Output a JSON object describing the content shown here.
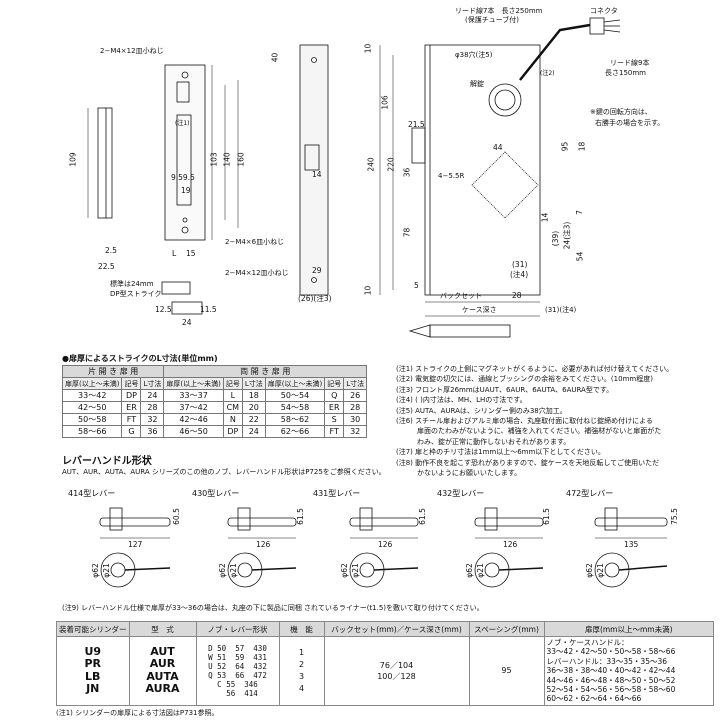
{
  "drawing": {
    "front_labels": {
      "screw_top": "2−M4×12皿小ねじ",
      "screw_mid": "2−M4×6皿小ねじ",
      "screw_bot": "2−M4×12皿小ねじ",
      "note1": "(注1)",
      "strike_std": "標準は24mm",
      "strike_dp": "DP型ストライク"
    },
    "front_dims": {
      "d40": "40",
      "d109": "109",
      "d103": "103",
      "d140": "140",
      "d160": "160",
      "d595": "9.59.5",
      "d19": "19",
      "d14": "14",
      "d25": "2.5",
      "d225": "22.5",
      "dL": "L",
      "d15": "15",
      "d29": "29",
      "d26": "(26)(注3)",
      "d125": "12.5",
      "d24": "24",
      "d115": "11.5"
    },
    "side_labels": {
      "lead7": "リード線7本　長さ250mm",
      "tube": "(保護チューブ付)",
      "connector": "コネクタ",
      "lead9": "リード線9本",
      "lead9len": "長さ150mm",
      "hole": "φ38穴(注5)",
      "note2": "(注2)",
      "unlock": "解錠",
      "keynote1": "※鍵の回転方向は、",
      "keynote2": "右勝手の場合を示す。",
      "r55": "4−5.5R",
      "backset": "バックセット",
      "casedepth": "ケース深さ",
      "note4": "(31)(注4)"
    },
    "side_dims": {
      "d10a": "10",
      "d106": "106",
      "d220": "220",
      "d240": "240",
      "d215": "21.5",
      "d36": "36",
      "d78": "78",
      "d10b": "10",
      "d44": "44",
      "d95": "95",
      "d18": "18",
      "d7": "7",
      "d14b": "14",
      "d39": "(39)",
      "d24b": "24(注3)",
      "d54": "54",
      "d31": "(31)",
      "dn4": "(注4)",
      "d5": "5",
      "d28": "28"
    }
  },
  "strike_table": {
    "title": "●扉厚によるストライクのL寸法(単位mm)",
    "left_group": "片 開 き 扉 用",
    "right_group": "両 開 き 扉 用",
    "headers": [
      "扉厚(以上〜未満)",
      "記号",
      "L寸法"
    ],
    "left_rows": [
      [
        "33〜42",
        "DP",
        "24"
      ],
      [
        "42〜50",
        "ER",
        "28"
      ],
      [
        "50〜58",
        "FT",
        "32"
      ],
      [
        "58〜66",
        "G",
        "36"
      ]
    ],
    "right_a": [
      [
        "33〜37",
        "L",
        "18"
      ],
      [
        "37〜42",
        "CM",
        "20"
      ],
      [
        "42〜46",
        "N",
        "22"
      ],
      [
        "46〜50",
        "DP",
        "24"
      ]
    ],
    "right_b": [
      [
        "50〜54",
        "Q",
        "26"
      ],
      [
        "54〜58",
        "ER",
        "28"
      ],
      [
        "58〜62",
        "S",
        "30"
      ],
      [
        "62〜66",
        "FT",
        "32"
      ]
    ]
  },
  "notes": [
    "(注1) ストライクの上側にマグネットがくるように、必要があれば付け替えてください。",
    "(注2) 電気錠の切欠には、通線とブッシングの余裕をみてください。(10mm程度)",
    "(注3) フロント厚26mmはUAUT、6AUR、6AUTA、6AURA型です。",
    "(注4) (  )内寸法は、MH、LHの寸法です。",
    "(注5) AUTA、AURAは、シリンダー側のみ38穴加工。",
    "(注6) スチール扉およびアルミ扉の場合、丸座取付面に取付ねじ錠締め付けによる",
    "　　　扉面のたわみがないように、補強を入れてください。補強材がないと扉面がた",
    "　　　わみ、錠が正常に動作しないおそれがあります。",
    "(注7) 扉と枠のチリ寸法は1mm以上〜6mm以下としてください。",
    "(注8) 動作不良を起こす恐れがありますので、錠ケースを天地反転してご使用いただ",
    "　　　かないようにお願いいたします。"
  ],
  "lever_section": {
    "title": "レバーハンドル形状",
    "subtitle": "AUT、AUR、AUTA、AURA シリーズのこの他のノブ、レバーハンドル形状はP725をご参照ください。",
    "levers": [
      {
        "name": "414型レバー",
        "w": "127",
        "h": "60.5"
      },
      {
        "name": "430型レバー",
        "w": "126",
        "h": "61.5"
      },
      {
        "name": "431型レバー",
        "w": "126",
        "h": "61.5"
      },
      {
        "name": "432型レバー",
        "w": "126",
        "h": "61.5"
      },
      {
        "name": "472型レバー",
        "w": "135",
        "h": "75.5"
      }
    ],
    "phi62": "φ62",
    "phi21": "φ21",
    "note9": "(注9) レバーハンドル仕様で扉厚が33〜36の場合は、丸座の下に製品に同梱 されているライナー(t1.5)を敷いて取り付けてください。"
  },
  "bottom_table": {
    "headers": [
      "装着可能シリンダー",
      "型　式",
      "ノブ・レバー形状",
      "機　能",
      "バックセット(mm)／ケース深さ(mm)",
      "スペーシング(mm)",
      "扉厚(mm以上〜mm未満)"
    ],
    "cylinders": [
      "U9",
      "PR",
      "LB",
      "JN"
    ],
    "models": [
      "AUT",
      "AUR",
      "AUTA",
      "AURA"
    ],
    "shapes": "D 50  57  430\nW 51  59  431\nU 52  64  432\nQ 53  66  472\nC 55  346\n  56  414",
    "functions": [
      "1",
      "2",
      "3",
      "4"
    ],
    "backset": [
      "76／104",
      "100／128"
    ],
    "spacing": "95",
    "thickness": [
      "ノブ・ケースハンドル：",
      "33〜42・42〜50・50〜58・58〜66",
      "レバーハンドル：33〜35・35〜36",
      "36〜38・38〜40・40〜42・42〜44",
      "44〜46・46〜48・48〜50・50〜52",
      "52〜54・54〜56・56〜58・58〜60",
      "60〜62・62〜64・64〜66"
    ],
    "footnote": "(注1) シリンダーの扉厚による寸法図はP731参照。"
  }
}
